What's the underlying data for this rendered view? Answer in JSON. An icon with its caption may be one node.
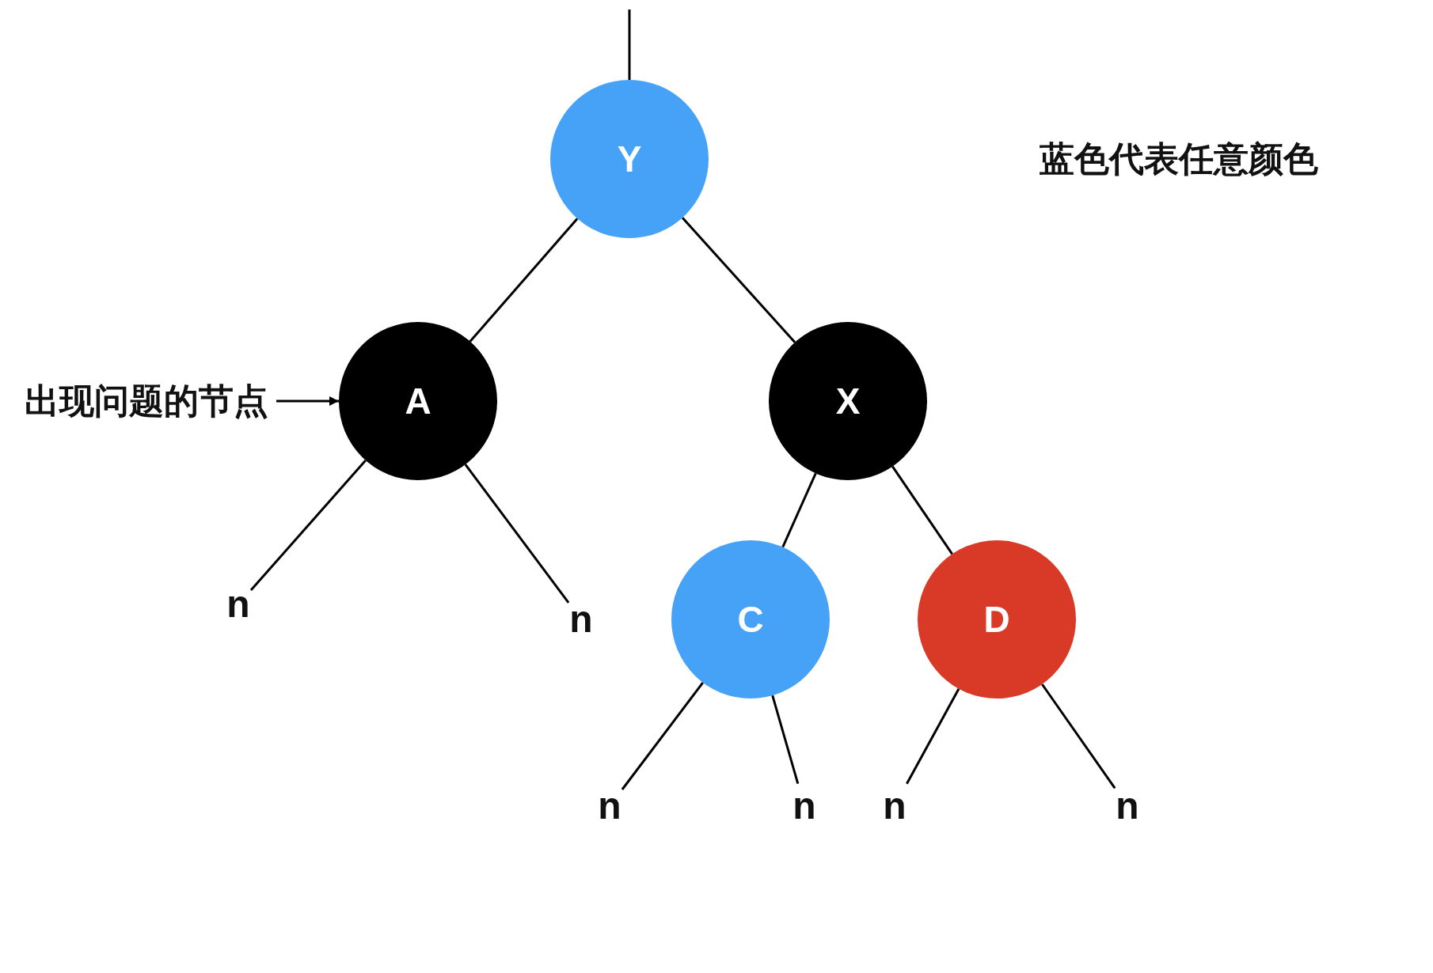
{
  "diagram": {
    "nodes": [
      {
        "text": [
          "Y"
        ]
      },
      {
        "text": [
          "出现问题的节点"
        ]
      },
      {
        "text": [
          "A"
        ]
      },
      {
        "text": [
          "X"
        ]
      },
      {
        "text": [
          "n"
        ]
      },
      {
        "text": [
          "n"
        ]
      },
      {
        "text": [
          "C"
        ]
      },
      {
        "text": [
          "D"
        ]
      },
      {
        "text": [
          "n"
        ]
      },
      {
        "text": [
          "n"
        ]
      },
      {
        "text": [
          "n"
        ]
      },
      {
        "text": [
          "n"
        ]
      }
    ],
    "edges": [
      {
        "from": null,
        "to": 0,
        "arrow": "none"
      },
      {
        "from": 0,
        "to": 2,
        "arrow": "none"
      },
      {
        "from": 0,
        "to": 3,
        "arrow": "none"
      },
      {
        "from": 1,
        "to": 2,
        "arrow": "to"
      },
      {
        "from": 2,
        "to": 4,
        "arrow": "none"
      },
      {
        "from": 2,
        "to": 5,
        "arrow": "none"
      },
      {
        "from": 3,
        "to": 6,
        "arrow": "none"
      },
      {
        "from": 3,
        "to": 7,
        "arrow": "none"
      },
      {
        "from": 6,
        "to": 8,
        "arrow": "none"
      },
      {
        "from": 6,
        "to": 9,
        "arrow": "none"
      },
      {
        "from": 7,
        "to": 10,
        "arrow": "none"
      },
      {
        "from": 7,
        "to": 11,
        "arrow": "none"
      }
    ],
    "labels": [
      "蓝色代表任意颜色"
    ]
  }
}
